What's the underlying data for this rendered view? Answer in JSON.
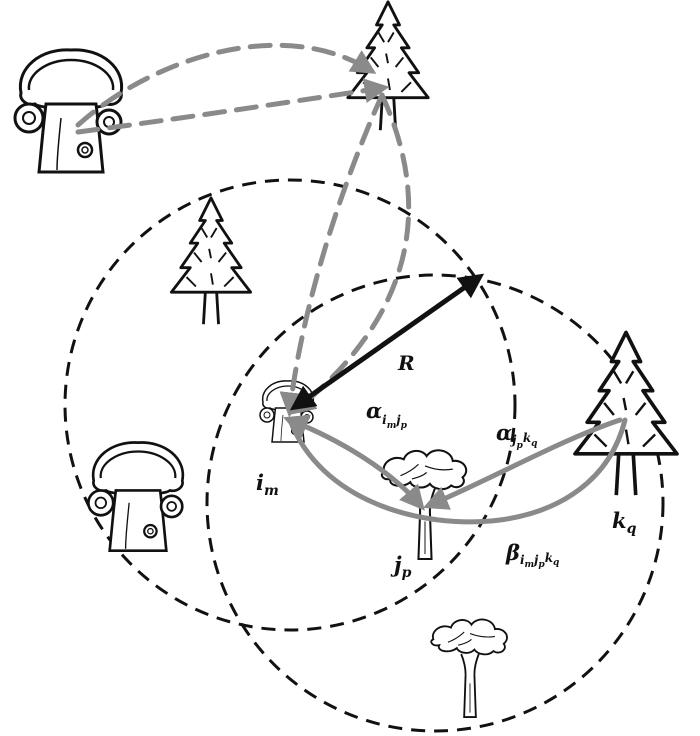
{
  "labels": {
    "radius": "R",
    "node_i": "i",
    "node_i_sub": "m",
    "node_j": "j",
    "node_j_sub": "p",
    "node_k": "k",
    "node_k_sub": "q",
    "alpha_imjp": "α",
    "alpha_imjp_sub": "i",
    "alpha_imjp_sub2": "m",
    "alpha_imjp_sub3": "j",
    "alpha_imjp_sub4": "p",
    "alpha_jpkq": "α",
    "alpha_jpkq_sub": "j",
    "alpha_jpkq_sub2": "p",
    "alpha_jpkq_sub3": "k",
    "alpha_jpkq_sub4": "q",
    "beta": "β",
    "beta_sub": "i",
    "beta_sub2": "m",
    "beta_sub3": "j",
    "beta_sub4": "p",
    "beta_sub5": "k",
    "beta_sub6": "q"
  },
  "colors": {
    "ink": "#111111",
    "gray_link": "#8a8a8a",
    "circle_dash": "#111111"
  },
  "icons": [
    "baobab-tree-icon",
    "pine-tree-icon",
    "acacia-tree-icon"
  ]
}
